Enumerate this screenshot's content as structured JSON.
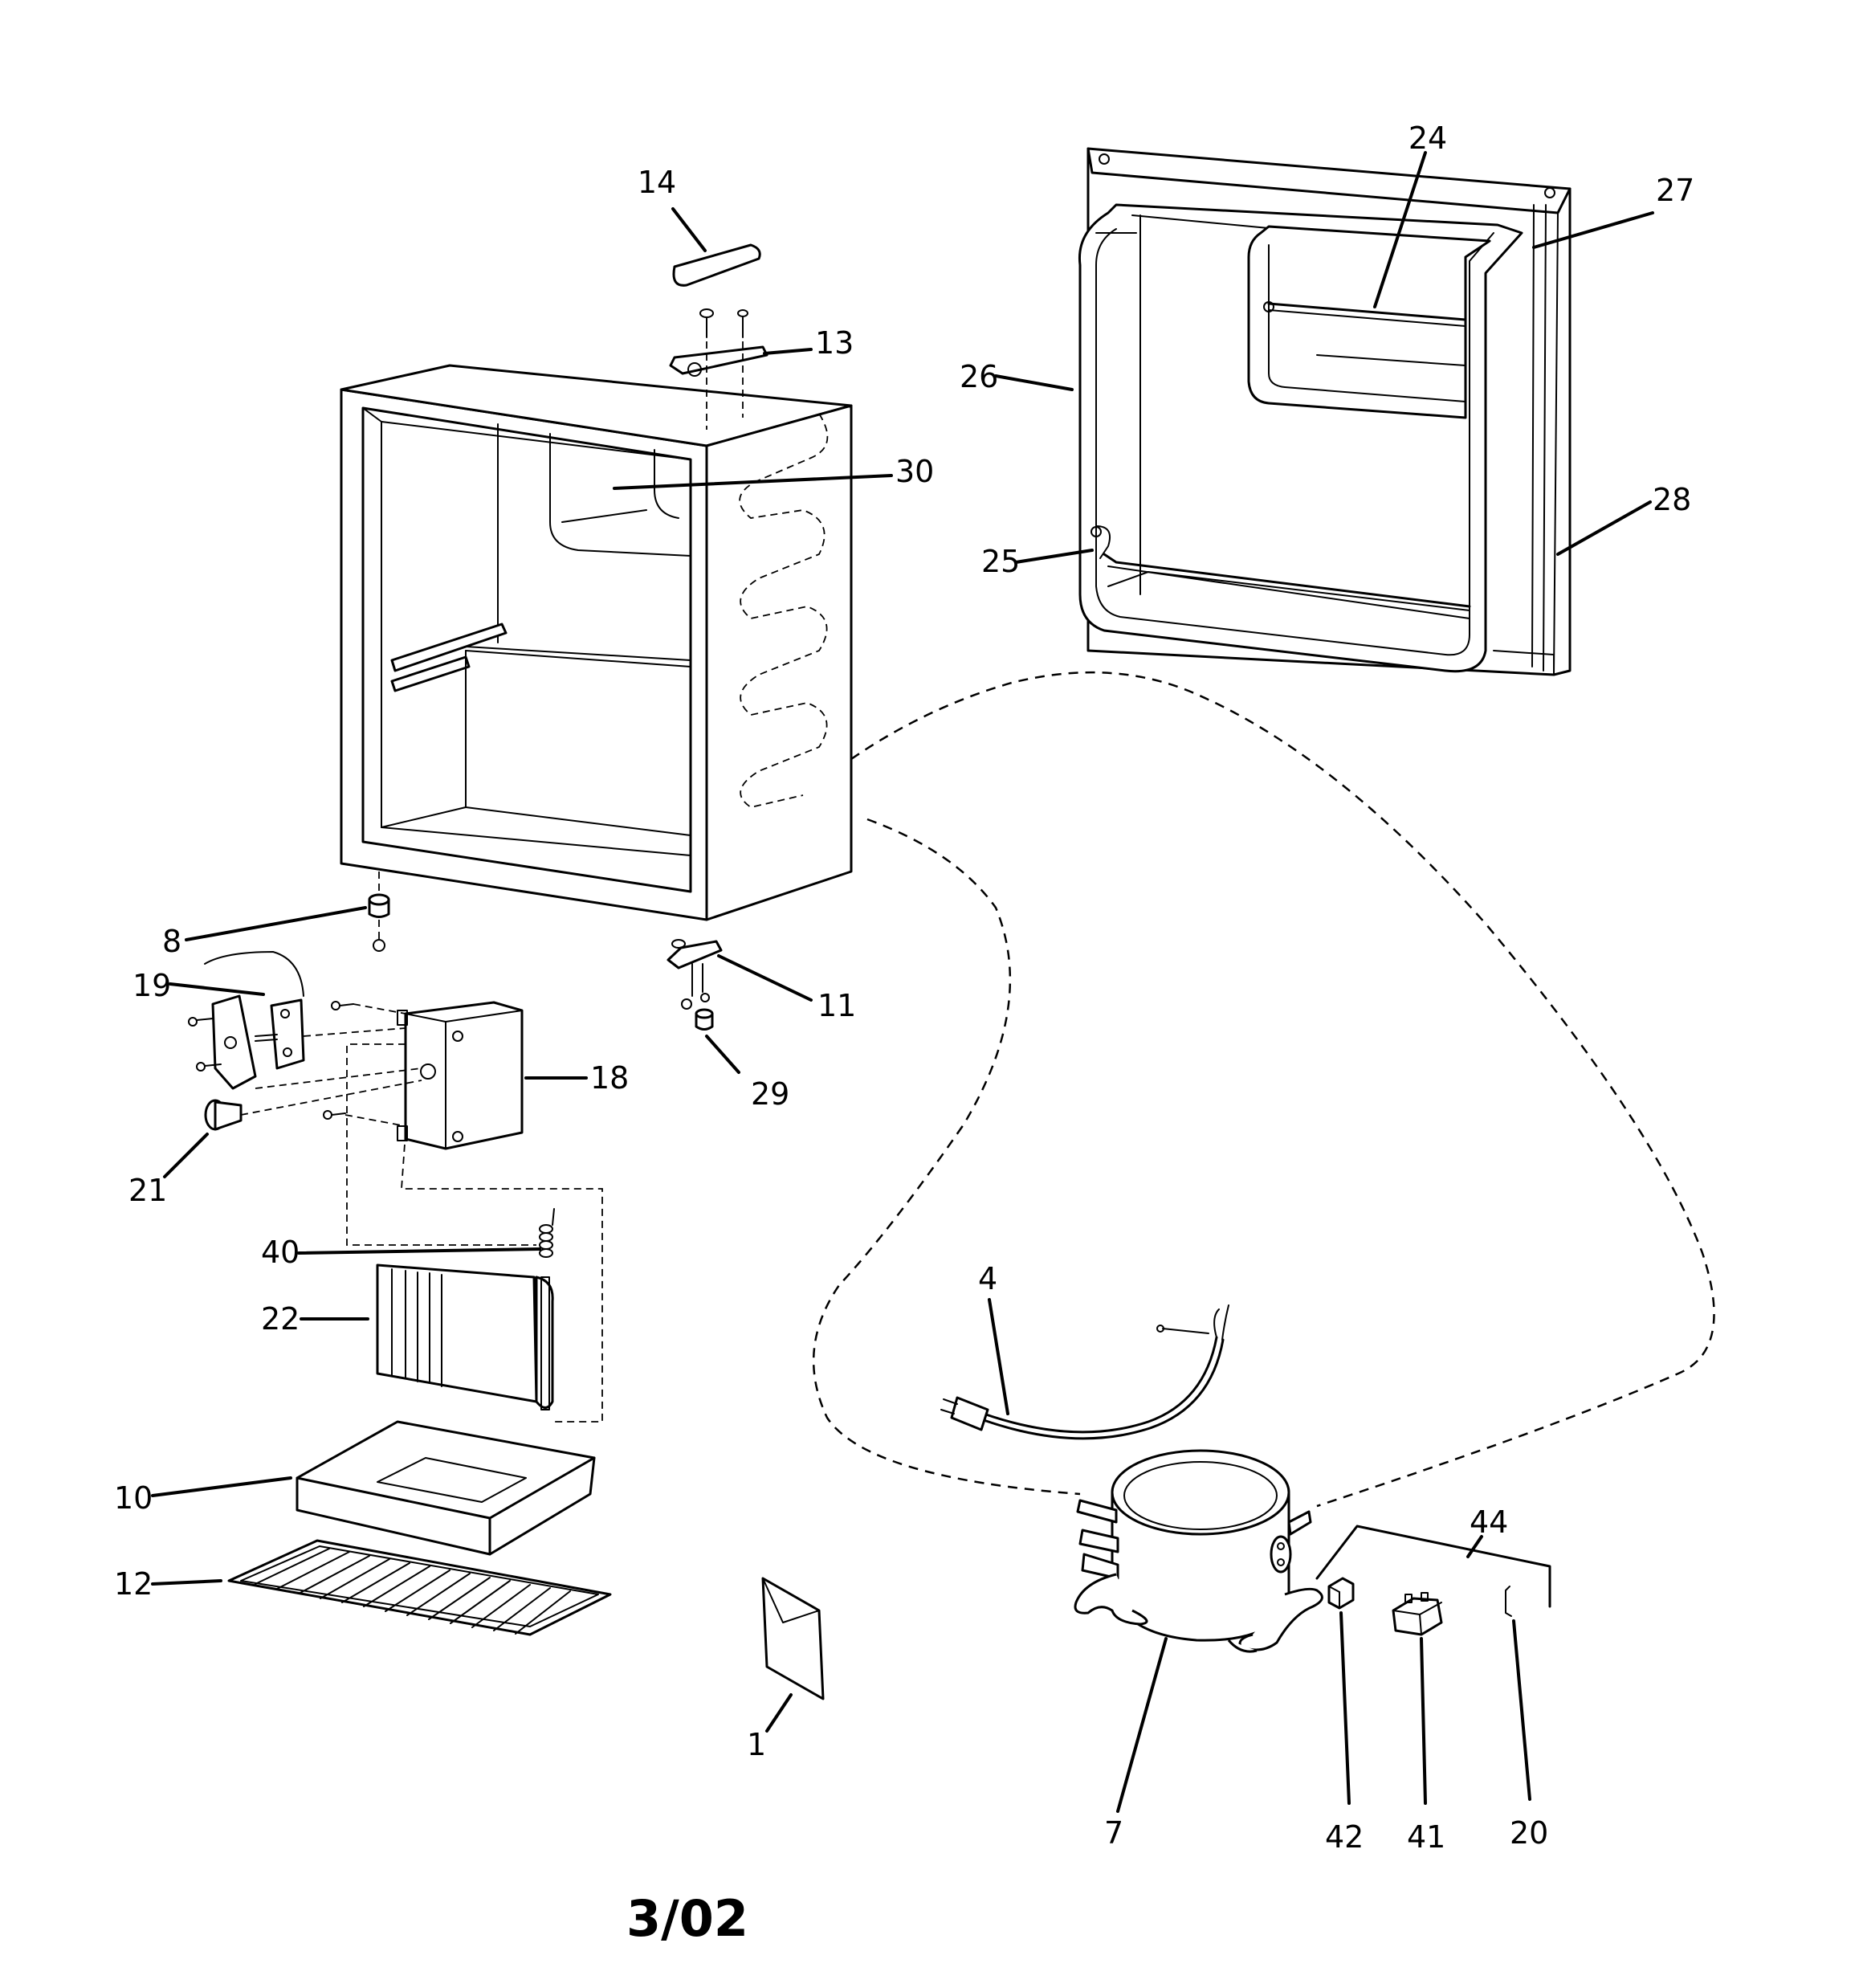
{
  "diagram": {
    "date_code": "3/02",
    "callouts": [
      {
        "id": "p14",
        "label": "14"
      },
      {
        "id": "p13",
        "label": "13"
      },
      {
        "id": "p30",
        "label": "30"
      },
      {
        "id": "p24",
        "label": "24"
      },
      {
        "id": "p27",
        "label": "27"
      },
      {
        "id": "p26",
        "label": "26"
      },
      {
        "id": "p28",
        "label": "28"
      },
      {
        "id": "p25",
        "label": "25"
      },
      {
        "id": "p8",
        "label": "8"
      },
      {
        "id": "p19",
        "label": "19"
      },
      {
        "id": "p11",
        "label": "11"
      },
      {
        "id": "p18",
        "label": "18"
      },
      {
        "id": "p29",
        "label": "29"
      },
      {
        "id": "p21",
        "label": "21"
      },
      {
        "id": "p40",
        "label": "40"
      },
      {
        "id": "p22",
        "label": "22"
      },
      {
        "id": "p4",
        "label": "4"
      },
      {
        "id": "p10",
        "label": "10"
      },
      {
        "id": "p44",
        "label": "44"
      },
      {
        "id": "p12",
        "label": "12"
      },
      {
        "id": "p1",
        "label": "1"
      },
      {
        "id": "p7",
        "label": "7"
      },
      {
        "id": "p42",
        "label": "42"
      },
      {
        "id": "p41",
        "label": "41"
      },
      {
        "id": "p20",
        "label": "20"
      }
    ]
  }
}
